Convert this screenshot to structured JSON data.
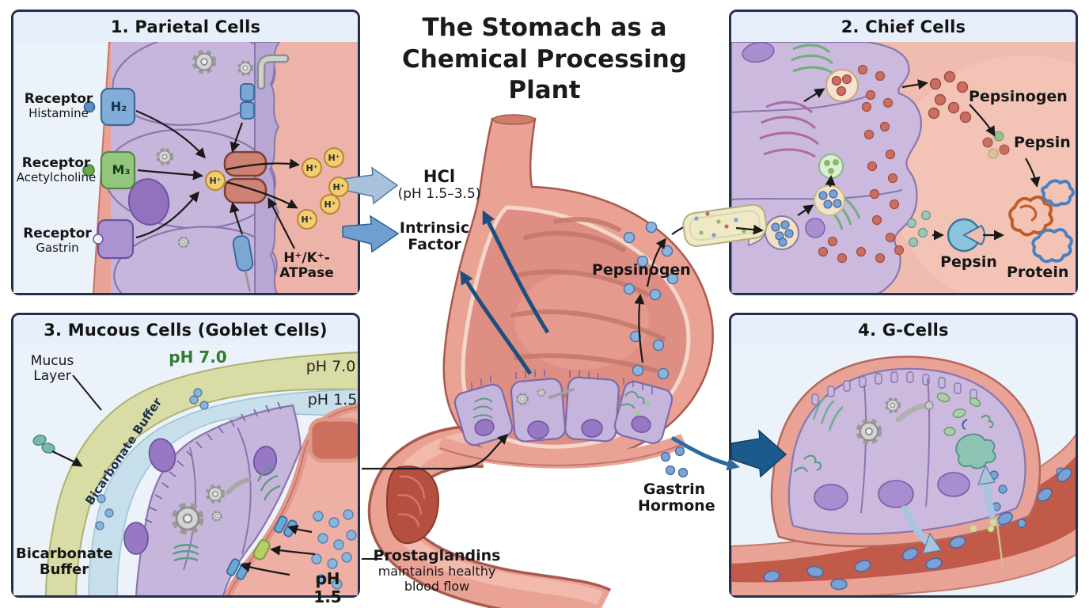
{
  "title": "The Stomach as a Chemical Processing Plant",
  "colors": {
    "panel_border": "#22304e",
    "panel_header_bg": "#e7effa",
    "panel_body_bg": "#ebf2f9",
    "stomach_salmon": "#eaa295",
    "cell_purple": "#c7b6dc",
    "mucus_green": "#d9dca4",
    "buffer_blue": "#c6dfeb",
    "ph_green_text": "#2f7d32",
    "hcl_arrow_navy": "#1d4f7e",
    "gastrin_arrow_blue": "#2e699e",
    "ion_yellow": "#f3cd72",
    "pepsinogen_dot_blue": "#8ab4dc",
    "pepsinogen_dot_red": "#cb6e62"
  },
  "panels": {
    "parietal": {
      "title": "1. Parietal Cells",
      "receptor_histamine_title": "Receptor",
      "receptor_histamine_sub": "Histamine",
      "receptor_histamine_tag": "H₂",
      "receptor_acetylcholine_title": "Receptor",
      "receptor_acetylcholine_sub": "Acetylcholine",
      "receptor_acetylcholine_tag": "M₃",
      "receptor_gastrin_title": "Receptor",
      "receptor_gastrin_sub": "Gastrin",
      "pump_label_line1": "H⁺/K⁺-",
      "pump_label_line2": "ATPase",
      "ion_label": "H⁺"
    },
    "chief": {
      "title": "2. Chief Cells",
      "pepsinogen_label": "Pepsinogen",
      "pepsin_label_top": "Pepsin",
      "pepsin_label_bottom": "Pepsin",
      "protein_label": "Protein"
    },
    "mucous": {
      "title": "3. Mucous Cells (Goblet Cells)",
      "mucus_layer_line1": "Mucus",
      "mucus_layer_line2": "Layer",
      "ph_top": "pH 7.0",
      "ph_right_top": "pH 7.0",
      "ph_right_mid": "pH 1.5",
      "bicarbonate_band_label": "Bicarbonate Buffer",
      "bicarbonate_label_line1": "Bicarbonate",
      "bicarbonate_label_line2": "Buffer",
      "ph_bottom": "pH 1.5"
    },
    "gcells": {
      "title": "4. G-Cells"
    }
  },
  "center": {
    "hcl_title": "HCl",
    "hcl_sub": "(pH 1.5–3.5)",
    "intrinsic_factor_line1": "Intrinsic",
    "intrinsic_factor_line2": "Factor",
    "pepsinogen_label": "Pepsinogen",
    "gastrin_line1": "Gastrin",
    "gastrin_line2": "Hormone",
    "prostaglandins_title": "Prostaglandins",
    "prostaglandins_line2": "maintainis healthy",
    "prostaglandins_line3": "blood flow"
  }
}
